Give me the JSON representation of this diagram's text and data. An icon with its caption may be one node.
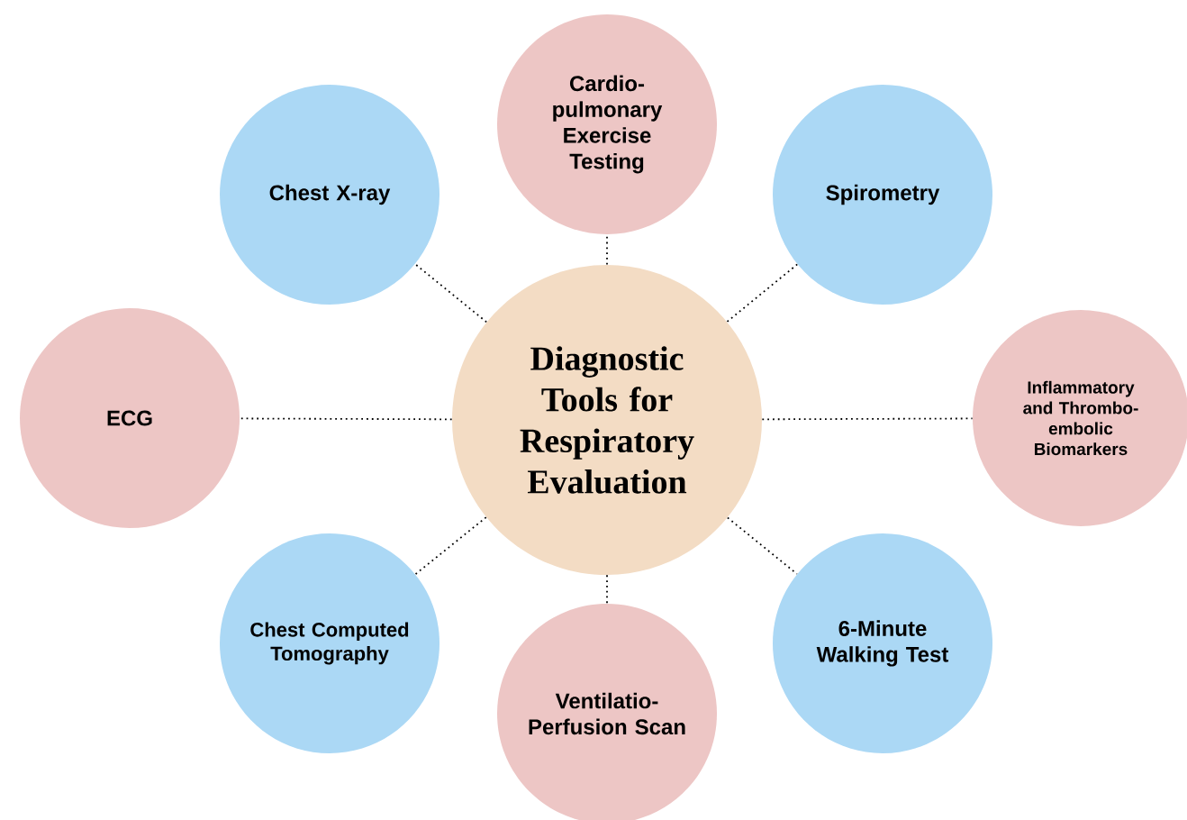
{
  "diagram": {
    "nodes": [
      {
        "text": [
          "Cardio- pulmonary Exercise Testing"
        ]
      },
      {
        "text": [
          "Chest X-ray"
        ]
      },
      {
        "text": [
          "Spirometry"
        ]
      },
      {
        "text": [
          "ECG"
        ]
      },
      {
        "text": [
          "Diagnostic Tools for Respiratory Evaluation"
        ]
      },
      {
        "text": [
          "Inflammatory and Thrombo- embolic Biomarkers"
        ]
      },
      {
        "text": [
          "Chest Computed Tomography"
        ]
      },
      {
        "text": [
          "Ventilatio- Perfusion Scan"
        ]
      },
      {
        "text": [
          "6-Minute Walking Test"
        ]
      }
    ],
    "edges": [
      {
        "from": 4,
        "to": 0,
        "arrow": "none"
      },
      {
        "from": 4,
        "to": 1,
        "arrow": "none"
      },
      {
        "from": 4,
        "to": 2,
        "arrow": "none"
      },
      {
        "from": 4,
        "to": 3,
        "arrow": "none"
      },
      {
        "from": 4,
        "to": 5,
        "arrow": "none"
      },
      {
        "from": 4,
        "to": 6,
        "arrow": "none"
      },
      {
        "from": 4,
        "to": 7,
        "arrow": "none"
      },
      {
        "from": 4,
        "to": 8,
        "arrow": "none"
      }
    ]
  }
}
